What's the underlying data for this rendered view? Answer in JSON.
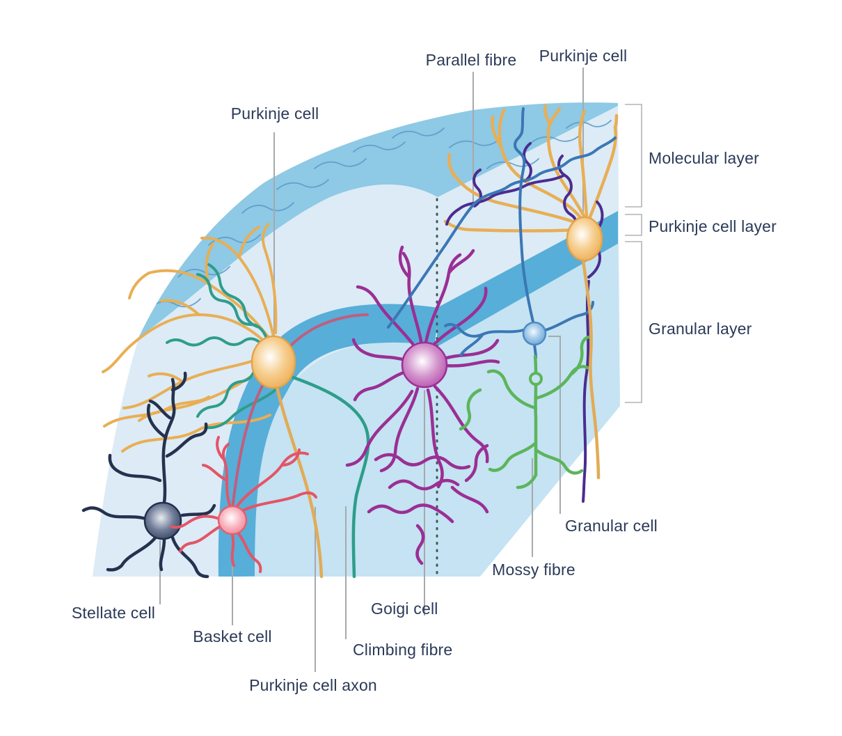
{
  "labels": {
    "parallel_fibre": "Parallel fibre",
    "purkinje_cell_top": "Purkinje cell",
    "purkinje_cell_left": "Purkinje cell",
    "molecular_layer": "Molecular layer",
    "purkinje_cell_layer": "Purkinje cell layer",
    "granular_layer": "Granular layer",
    "stellate_cell": "Stellate cell",
    "basket_cell": "Basket cell",
    "purkinje_cell_axon": "Purkinje cell axon",
    "climbing_fibre": "Climbing fibre",
    "golgi_cell": "Goigi cell",
    "mossy_fibre": "Mossy fibre",
    "granular_cell": "Granular cell"
  },
  "colors": {
    "label_text": "#2B3A58",
    "leader_line": "#A6A9AD",
    "top_surface": "#8EC9E5",
    "molecular_face": "#DCEBF6",
    "purkinje_band": "#57AED8",
    "granular_face": "#C5E3F2",
    "purkinje_cell": "#ECA94E",
    "purkinje_axon": "#E2AB56",
    "stellate_cell": "#2B3A59",
    "basket_cell": "#EE7E90",
    "basket_axon": "#C05E7E",
    "golgi_cell": "#B044A6",
    "granular_cell": "#5E9FD2",
    "parallel_fibre": "#3B77B5",
    "mossy_fibre": "#5CB55C",
    "climbing_fibre_teal": "#2E9D8C",
    "climbing_fibre_purple": "#4B2C90"
  }
}
